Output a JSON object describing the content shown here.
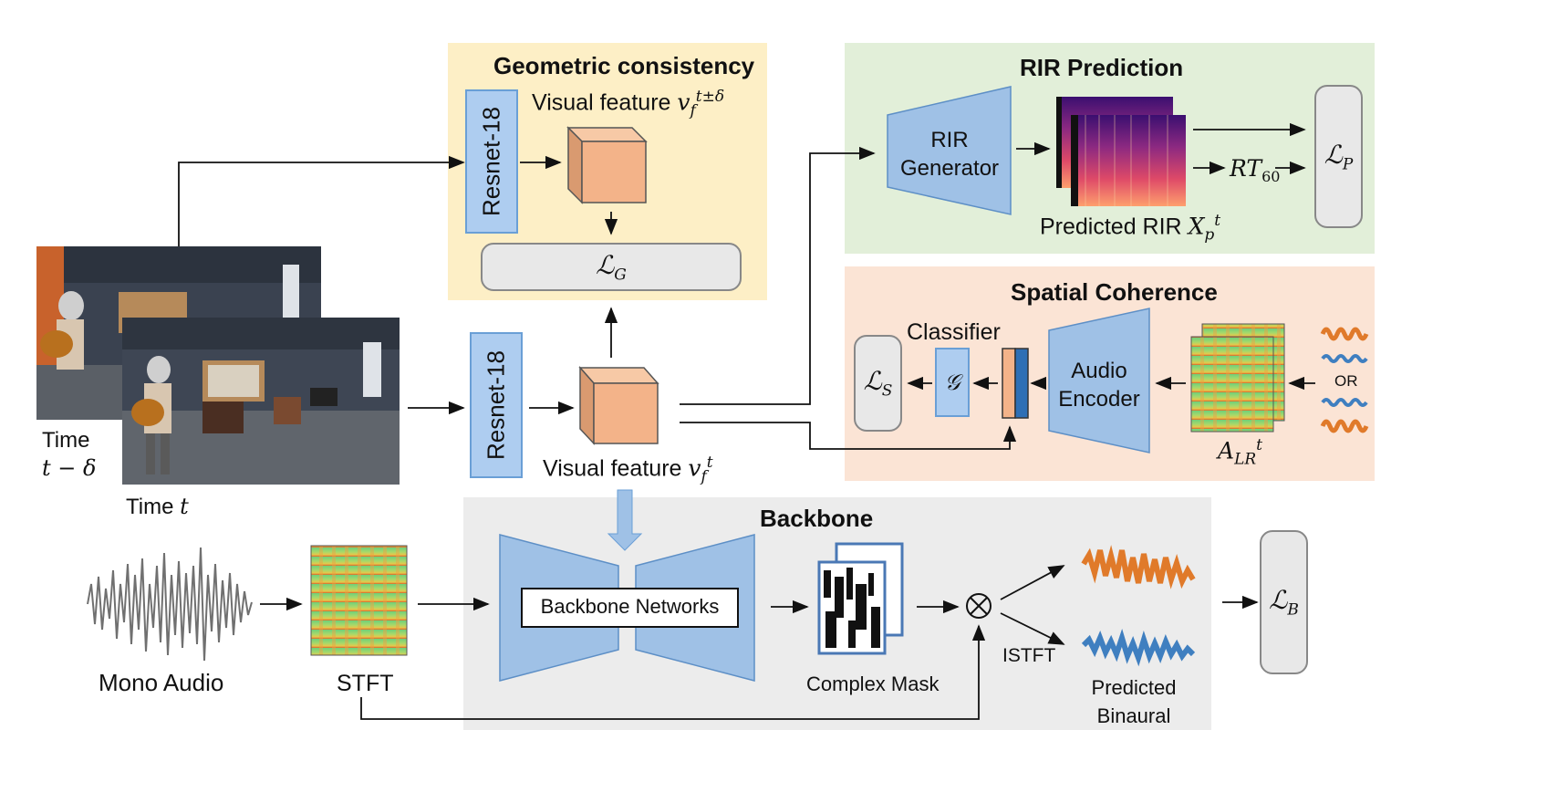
{
  "panels": {
    "geometric": {
      "title": "Geometric consistency",
      "feature_label": "Visual feature ",
      "feature_sym": "v",
      "feature_sub": "f",
      "feature_sup": "t±δ",
      "loss_sym": "ℒ",
      "loss_sub": "G"
    },
    "rir": {
      "title": "RIR Prediction",
      "generator_line1": "RIR",
      "generator_line2": "Generator",
      "pred_label": "Predicted RIR ",
      "pred_sym": "X",
      "pred_sub": "p",
      "pred_sup": "t",
      "rt_sym": "RT",
      "rt_sub": "60",
      "loss_sym": "ℒ",
      "loss_sub": "P"
    },
    "spatial": {
      "title": "Spatial Coherence",
      "classifier_label": "Classifier",
      "classifier_sym": "𝒢",
      "encoder_line1": "Audio",
      "encoder_line2": "Encoder",
      "or_label": "OR",
      "input_sym": "A",
      "input_sub": "LR",
      "input_sup": "t",
      "loss_sym": "ℒ",
      "loss_sub": "S"
    },
    "backbone": {
      "title": "Backbone",
      "networks_label": "Backbone Networks",
      "mask_label": "Complex Mask",
      "istft_label": "ISTFT",
      "pred_line1": "Predicted",
      "pred_line2": "Binaural",
      "loss_sym": "ℒ",
      "loss_sub": "B"
    }
  },
  "inputs": {
    "resnet_label": "Resnet-18",
    "time_delta_line1": "Time",
    "time_delta_line2": "t − δ",
    "time_t_prefix": "Time ",
    "time_t_sym": "t",
    "visual_feature_label": "Visual feature ",
    "visual_feature_sym": "v",
    "visual_feature_sub": "f",
    "visual_feature_sup": "t",
    "mono_label": "Mono Audio",
    "stft_label": "STFT"
  },
  "colors": {
    "geometric_bg": "#fdefc6",
    "rir_bg": "#e2efd9",
    "spatial_bg": "#fbe4d5",
    "backbone_bg": "#ececec",
    "network_blue": "#9fc1e6",
    "cube_orange": "#f3b389",
    "wave_orange": "#e07a2a",
    "wave_blue": "#3f7fc0"
  }
}
